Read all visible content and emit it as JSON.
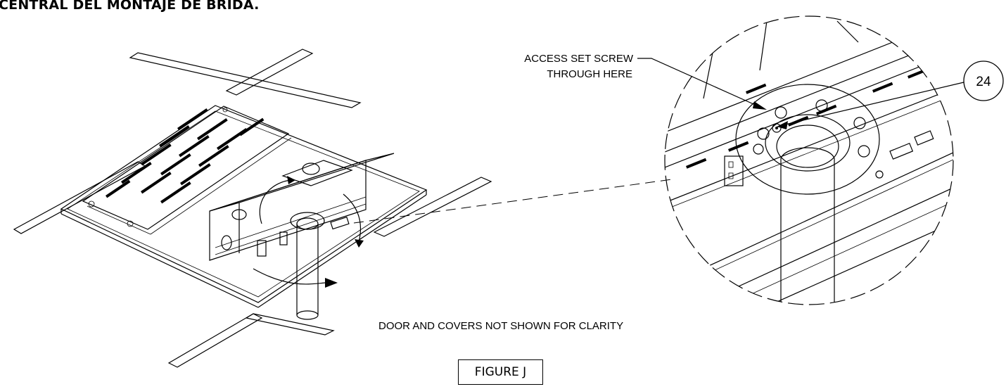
{
  "heading": "CENTRAL DEL MONTAJE DE BRIDA.",
  "callouts": {
    "access_line1": "ACCESS SET SCREW",
    "access_line2": "THROUGH HERE",
    "part_number": "24",
    "note": "DOOR AND COVERS NOT SHOWN FOR CLARITY"
  },
  "figure_label": "FIGURE J"
}
